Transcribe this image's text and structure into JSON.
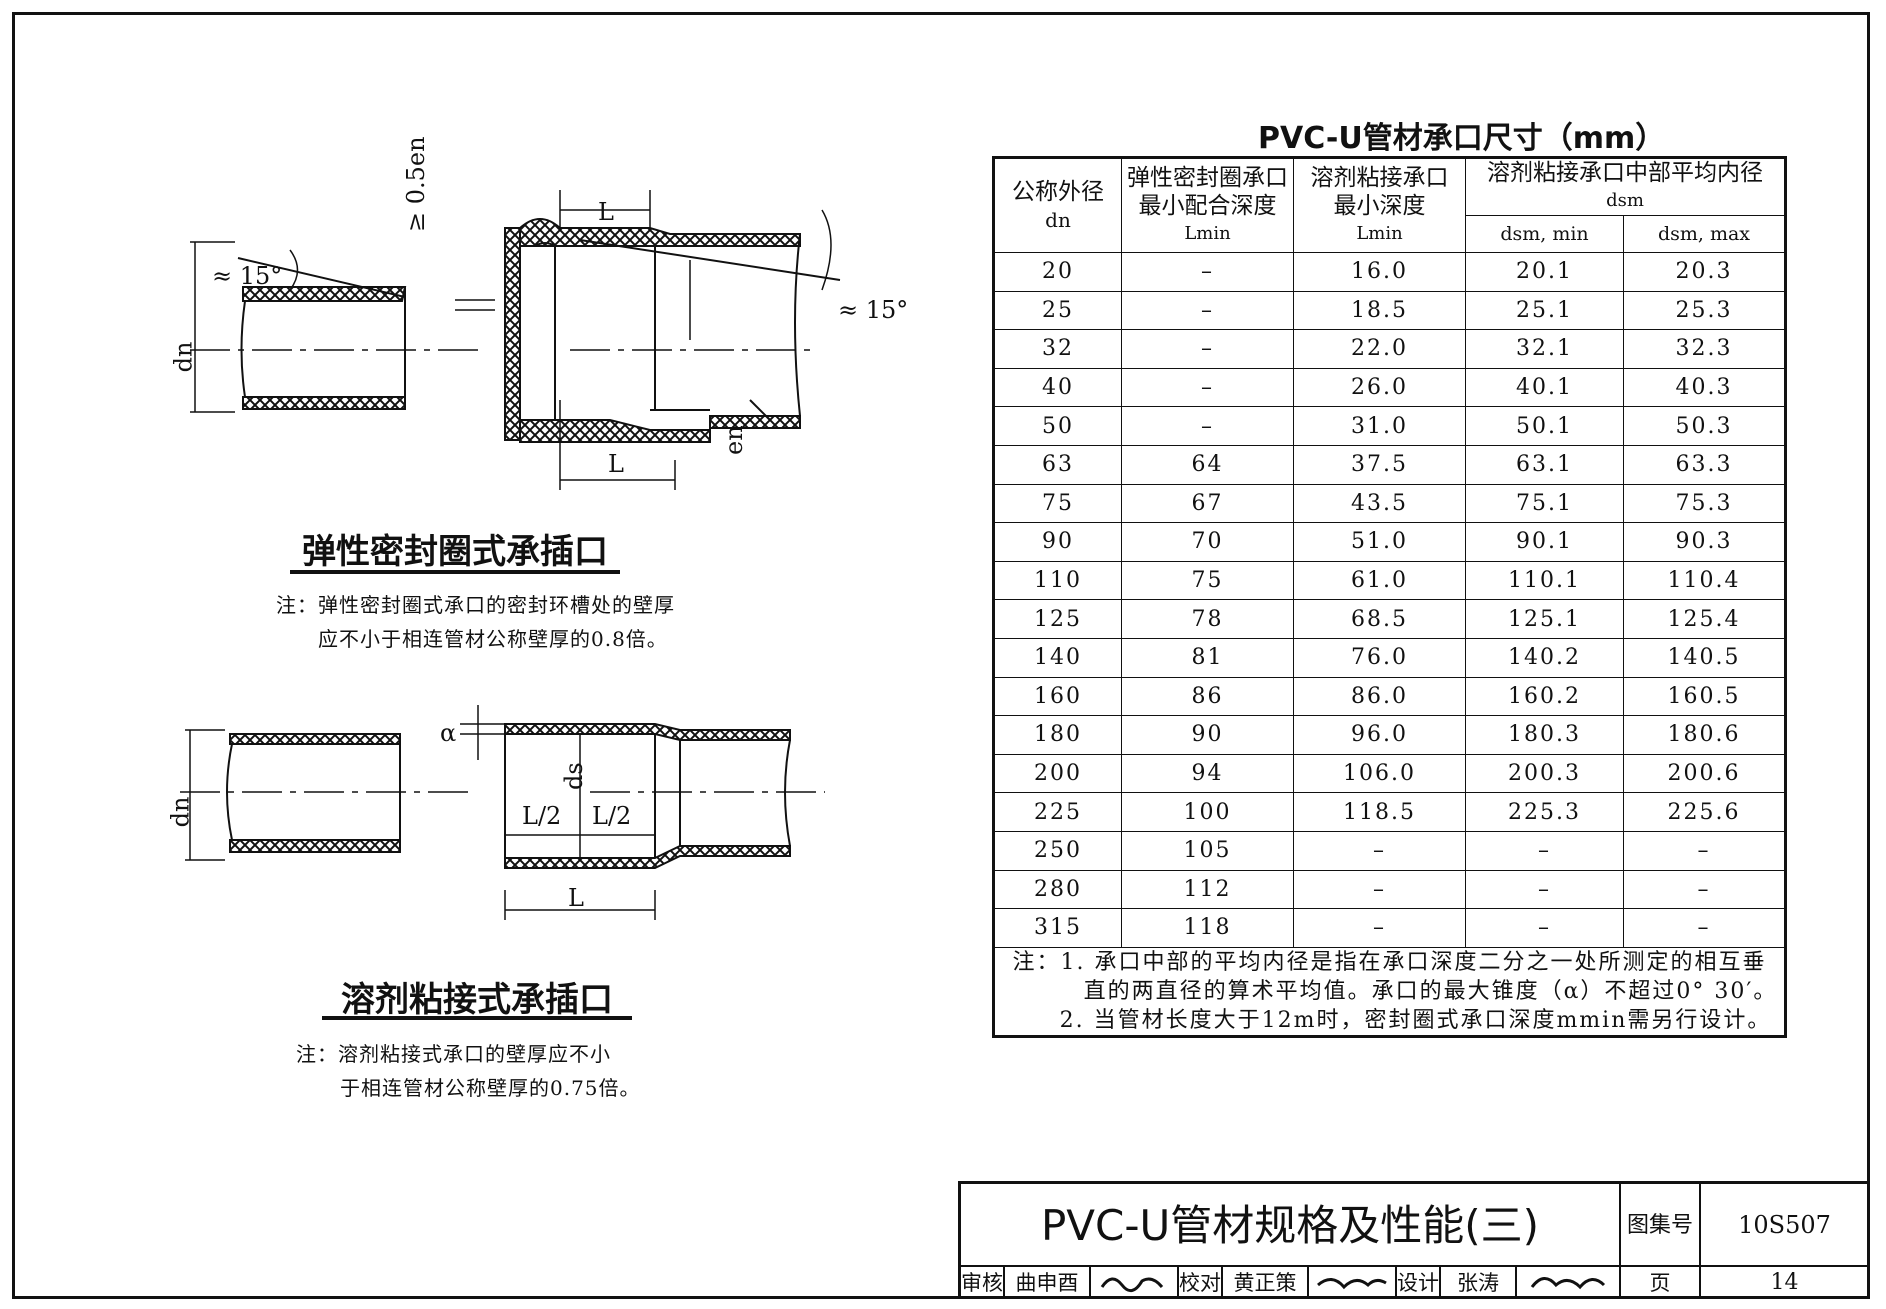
{
  "table": {
    "title": "PVC-U管材承口尺寸（mm）",
    "headers": {
      "col1": "公称外径",
      "col1_sub": "dn",
      "col2_line1": "弹性密封圈承口",
      "col2_line2": "最小配合深度",
      "col2_sub": "Lmin",
      "col3_line1": "溶剂粘接承口",
      "col3_line2": "最小深度",
      "col3_sub": "Lmin",
      "col45": "溶剂粘接承口中部平均内径",
      "col45_sub": "dsm",
      "col4": "dsm, min",
      "col5": "dsm, max"
    },
    "rows": [
      [
        "20",
        "–",
        "16.0",
        "20.1",
        "20.3"
      ],
      [
        "25",
        "–",
        "18.5",
        "25.1",
        "25.3"
      ],
      [
        "32",
        "–",
        "22.0",
        "32.1",
        "32.3"
      ],
      [
        "40",
        "–",
        "26.0",
        "40.1",
        "40.3"
      ],
      [
        "50",
        "–",
        "31.0",
        "50.1",
        "50.3"
      ],
      [
        "63",
        "64",
        "37.5",
        "63.1",
        "63.3"
      ],
      [
        "75",
        "67",
        "43.5",
        "75.1",
        "75.3"
      ],
      [
        "90",
        "70",
        "51.0",
        "90.1",
        "90.3"
      ],
      [
        "110",
        "75",
        "61.0",
        "110.1",
        "110.4"
      ],
      [
        "125",
        "78",
        "68.5",
        "125.1",
        "125.4"
      ],
      [
        "140",
        "81",
        "76.0",
        "140.2",
        "140.5"
      ],
      [
        "160",
        "86",
        "86.0",
        "160.2",
        "160.5"
      ],
      [
        "180",
        "90",
        "96.0",
        "180.3",
        "180.6"
      ],
      [
        "200",
        "94",
        "106.0",
        "200.3",
        "200.6"
      ],
      [
        "225",
        "100",
        "118.5",
        "225.3",
        "225.6"
      ],
      [
        "250",
        "105",
        "–",
        "–",
        "–"
      ],
      [
        "280",
        "112",
        "–",
        "–",
        "–"
      ],
      [
        "315",
        "118",
        "–",
        "–",
        "–"
      ]
    ],
    "notes": {
      "line1": "注：1.  承口中部的平均内径是指在承口深度二分之一处所测定的相互垂",
      "line2": "直的两直径的算术平均值。承口的最大锥度（α）不超过0° 30′。",
      "line3": "2.  当管材长度大于12m时，密封圈式承口深度mmin需另行设计。"
    }
  },
  "diagram_top": {
    "caption": "弹性密封圈式承插口",
    "note_line1": "注：弹性密封圈式承口的密封环槽处的壁厚",
    "note_line2": "应不小于相连管材公称壁厚的0.8倍。",
    "labels": {
      "dn": "dn",
      "angle_left": "≈ 15°",
      "angle_right": "≈ 15°",
      "wall": "≥ 0.5en",
      "L_top": "L",
      "L_bottom": "L",
      "en": "en"
    }
  },
  "diagram_bottom": {
    "caption": "溶剂粘接式承插口",
    "note_line1": "注：溶剂粘接式承口的壁厚应不小",
    "note_line2": "于相连管材公称壁厚的0.75倍。",
    "labels": {
      "dn": "dn",
      "alpha": "α",
      "ds": "ds",
      "half1": "L/2",
      "half2": "L/2",
      "L": "L"
    }
  },
  "title_block": {
    "title": "PVC-U管材规格及性能(三)",
    "atlas_label": "图集号",
    "atlas_no": "10S507",
    "review_label": "审核",
    "reviewer": "曲申酉",
    "check_label": "校对",
    "checker": "黄正策",
    "design_label": "设计",
    "designer": "张涛",
    "page_label": "页",
    "page_no": "14"
  }
}
